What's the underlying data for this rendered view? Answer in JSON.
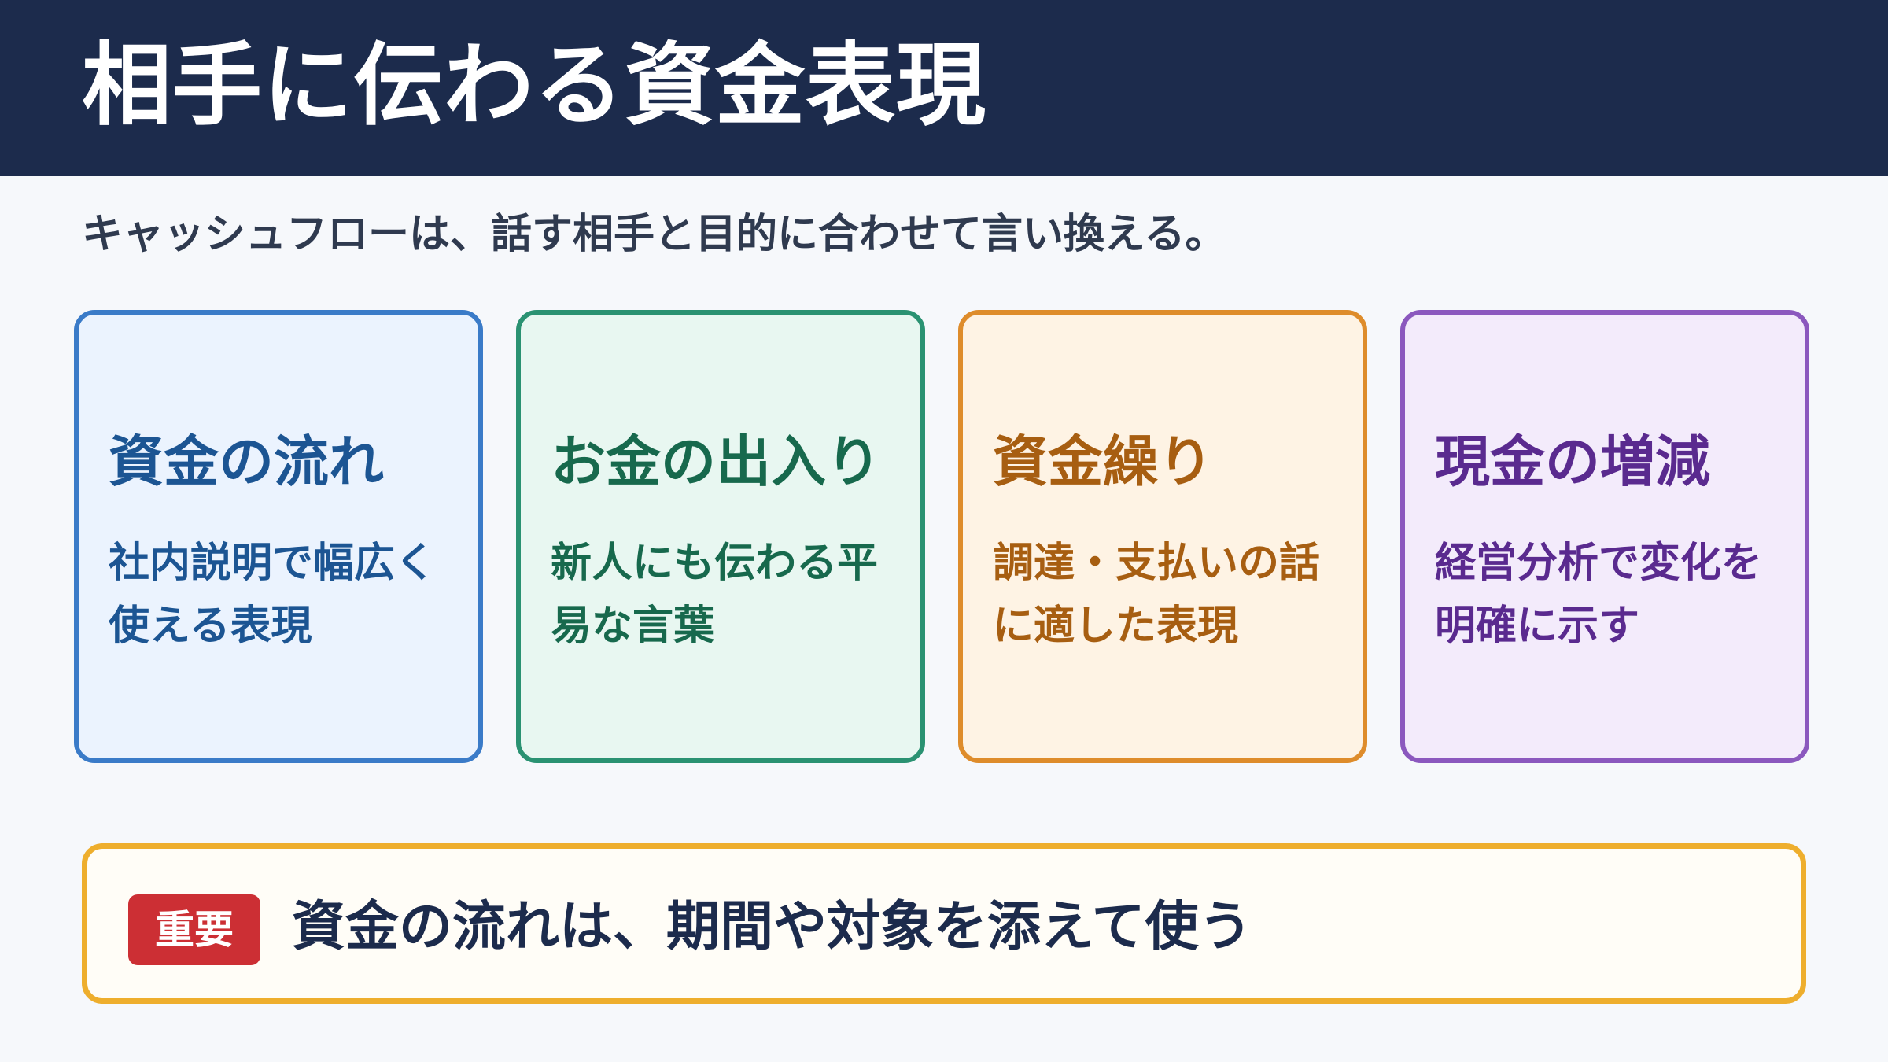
{
  "header": {
    "title": "相手に伝わる資金表現"
  },
  "subtitle": "キャッシュフローは、話す相手と目的に合わせて言い換える。",
  "cards": [
    {
      "title": "資金の流れ",
      "description": "社内説明で幅広く使える表現",
      "color": "#3a7bc8"
    },
    {
      "title": "お金の出入り",
      "description": "新人にも伝わる平易な言葉",
      "color": "#2a9272"
    },
    {
      "title": "資金繰り",
      "description": "調達・支払いの話に適した表現",
      "color": "#de8c2b"
    },
    {
      "title": "現金の増減",
      "description": "経営分析で変化を明確に示す",
      "color": "#8b58be"
    }
  ],
  "note": {
    "badge": "重要",
    "text": "資金の流れは、期間や対象を添えて使う",
    "badge_color": "#cc2f34",
    "border_color": "#eeae2d"
  }
}
